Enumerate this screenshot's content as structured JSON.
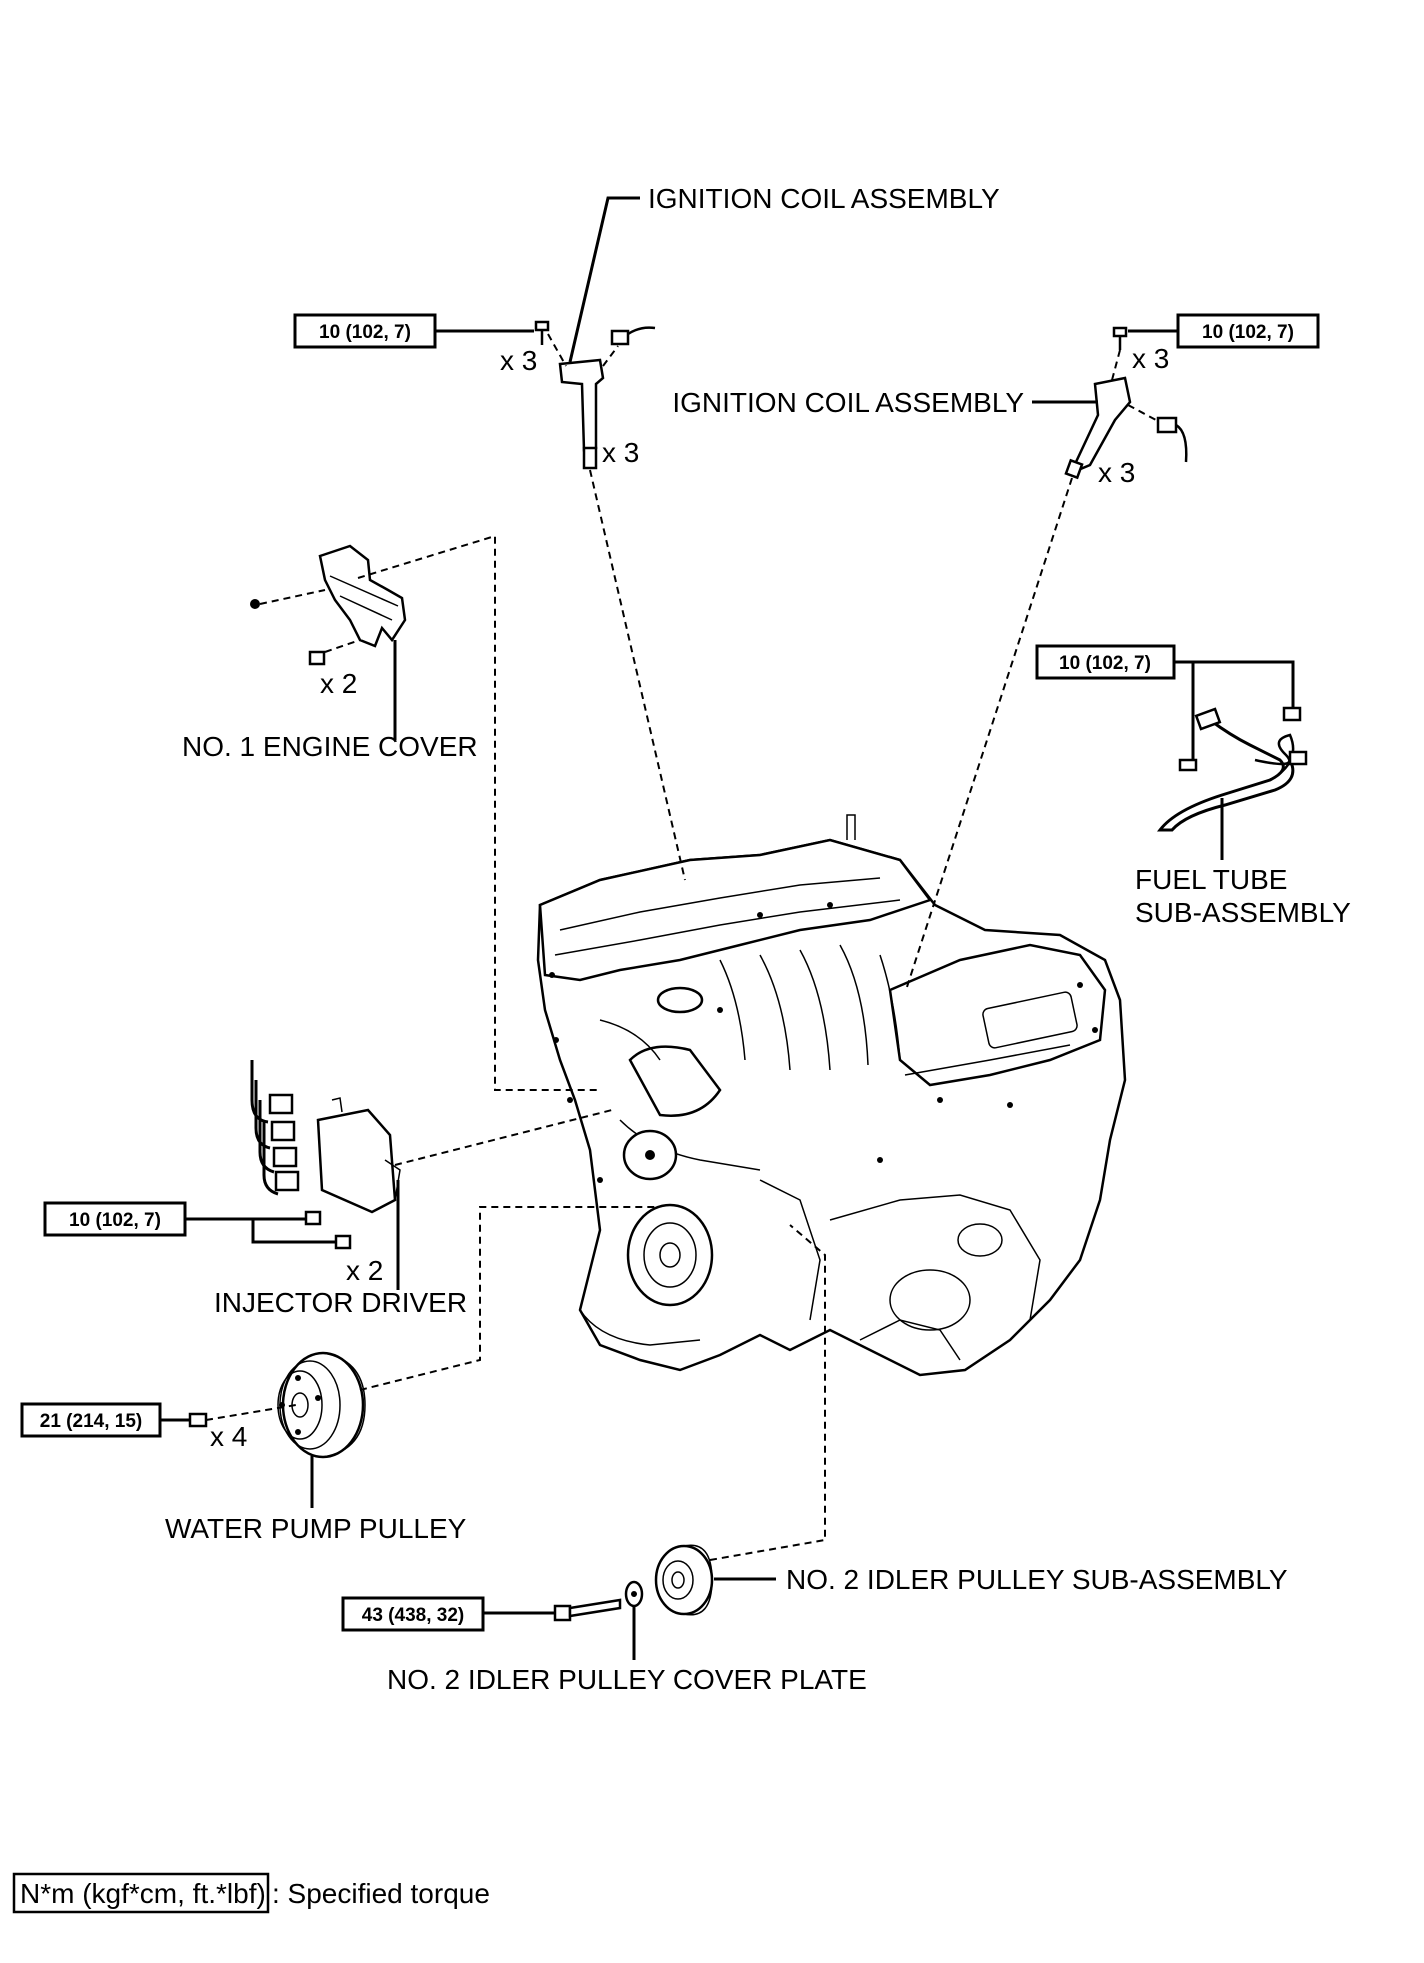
{
  "labels": {
    "ign_coil_left": "IGNITION COIL ASSEMBLY",
    "ign_coil_right": "IGNITION COIL ASSEMBLY",
    "engine_cover": "NO. 1 ENGINE COVER",
    "fuel_tube_1": "FUEL TUBE",
    "fuel_tube_2": "SUB-ASSEMBLY",
    "injector_driver": "INJECTOR DRIVER",
    "water_pump_pulley": "WATER PUMP PULLEY",
    "idler_pulley": "NO. 2 IDLER PULLEY SUB-ASSEMBLY",
    "idler_cover_plate": "NO. 2 IDLER PULLEY COVER PLATE"
  },
  "torques": {
    "coil_left": "10 (102, 7)",
    "coil_right": "10 (102, 7)",
    "fuel_tube": "10 (102, 7)",
    "injector_driver": "10 (102, 7)",
    "water_pump": "21 (214, 15)",
    "idler": "43 (438, 32)"
  },
  "quantities": {
    "coil_left_bolts": "x 3",
    "coil_left_coils": "x 3",
    "coil_right_bolts": "x 3",
    "coil_right_coils": "x 3",
    "engine_cover": "x 2",
    "injector_driver": "x 2",
    "water_pump": "x 4"
  },
  "legend": {
    "unit": "N*m (kgf*cm, ft.*lbf)",
    "text": ": Specified torque"
  }
}
